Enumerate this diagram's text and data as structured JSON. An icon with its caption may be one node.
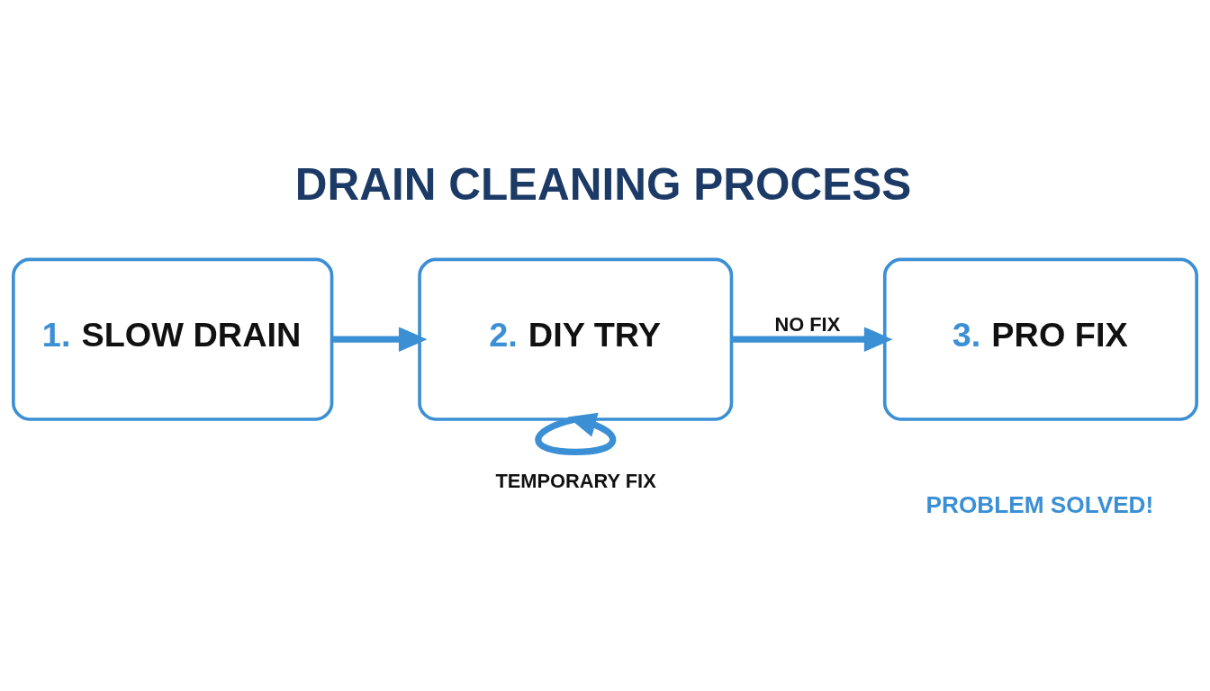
{
  "diagram": {
    "title": "DRAIN CLEANING PROCESS",
    "nodes": [
      {
        "text": [
          "1. SLOW DRAIN"
        ]
      },
      {
        "text": [
          "2. DIY TRY"
        ]
      },
      {
        "text": [
          "3. PRO FIX"
        ],
        "beside": [
          "PROBLEM SOLVED!"
        ]
      }
    ],
    "edges": [
      {
        "from": 0,
        "to": 1,
        "arrow": "to"
      },
      {
        "from": 1,
        "to": 2,
        "arrow": "to",
        "label": "NO FIX"
      },
      {
        "from": 1,
        "to": 1,
        "arrow": "to",
        "label": "TEMPORARY FIX"
      }
    ]
  }
}
